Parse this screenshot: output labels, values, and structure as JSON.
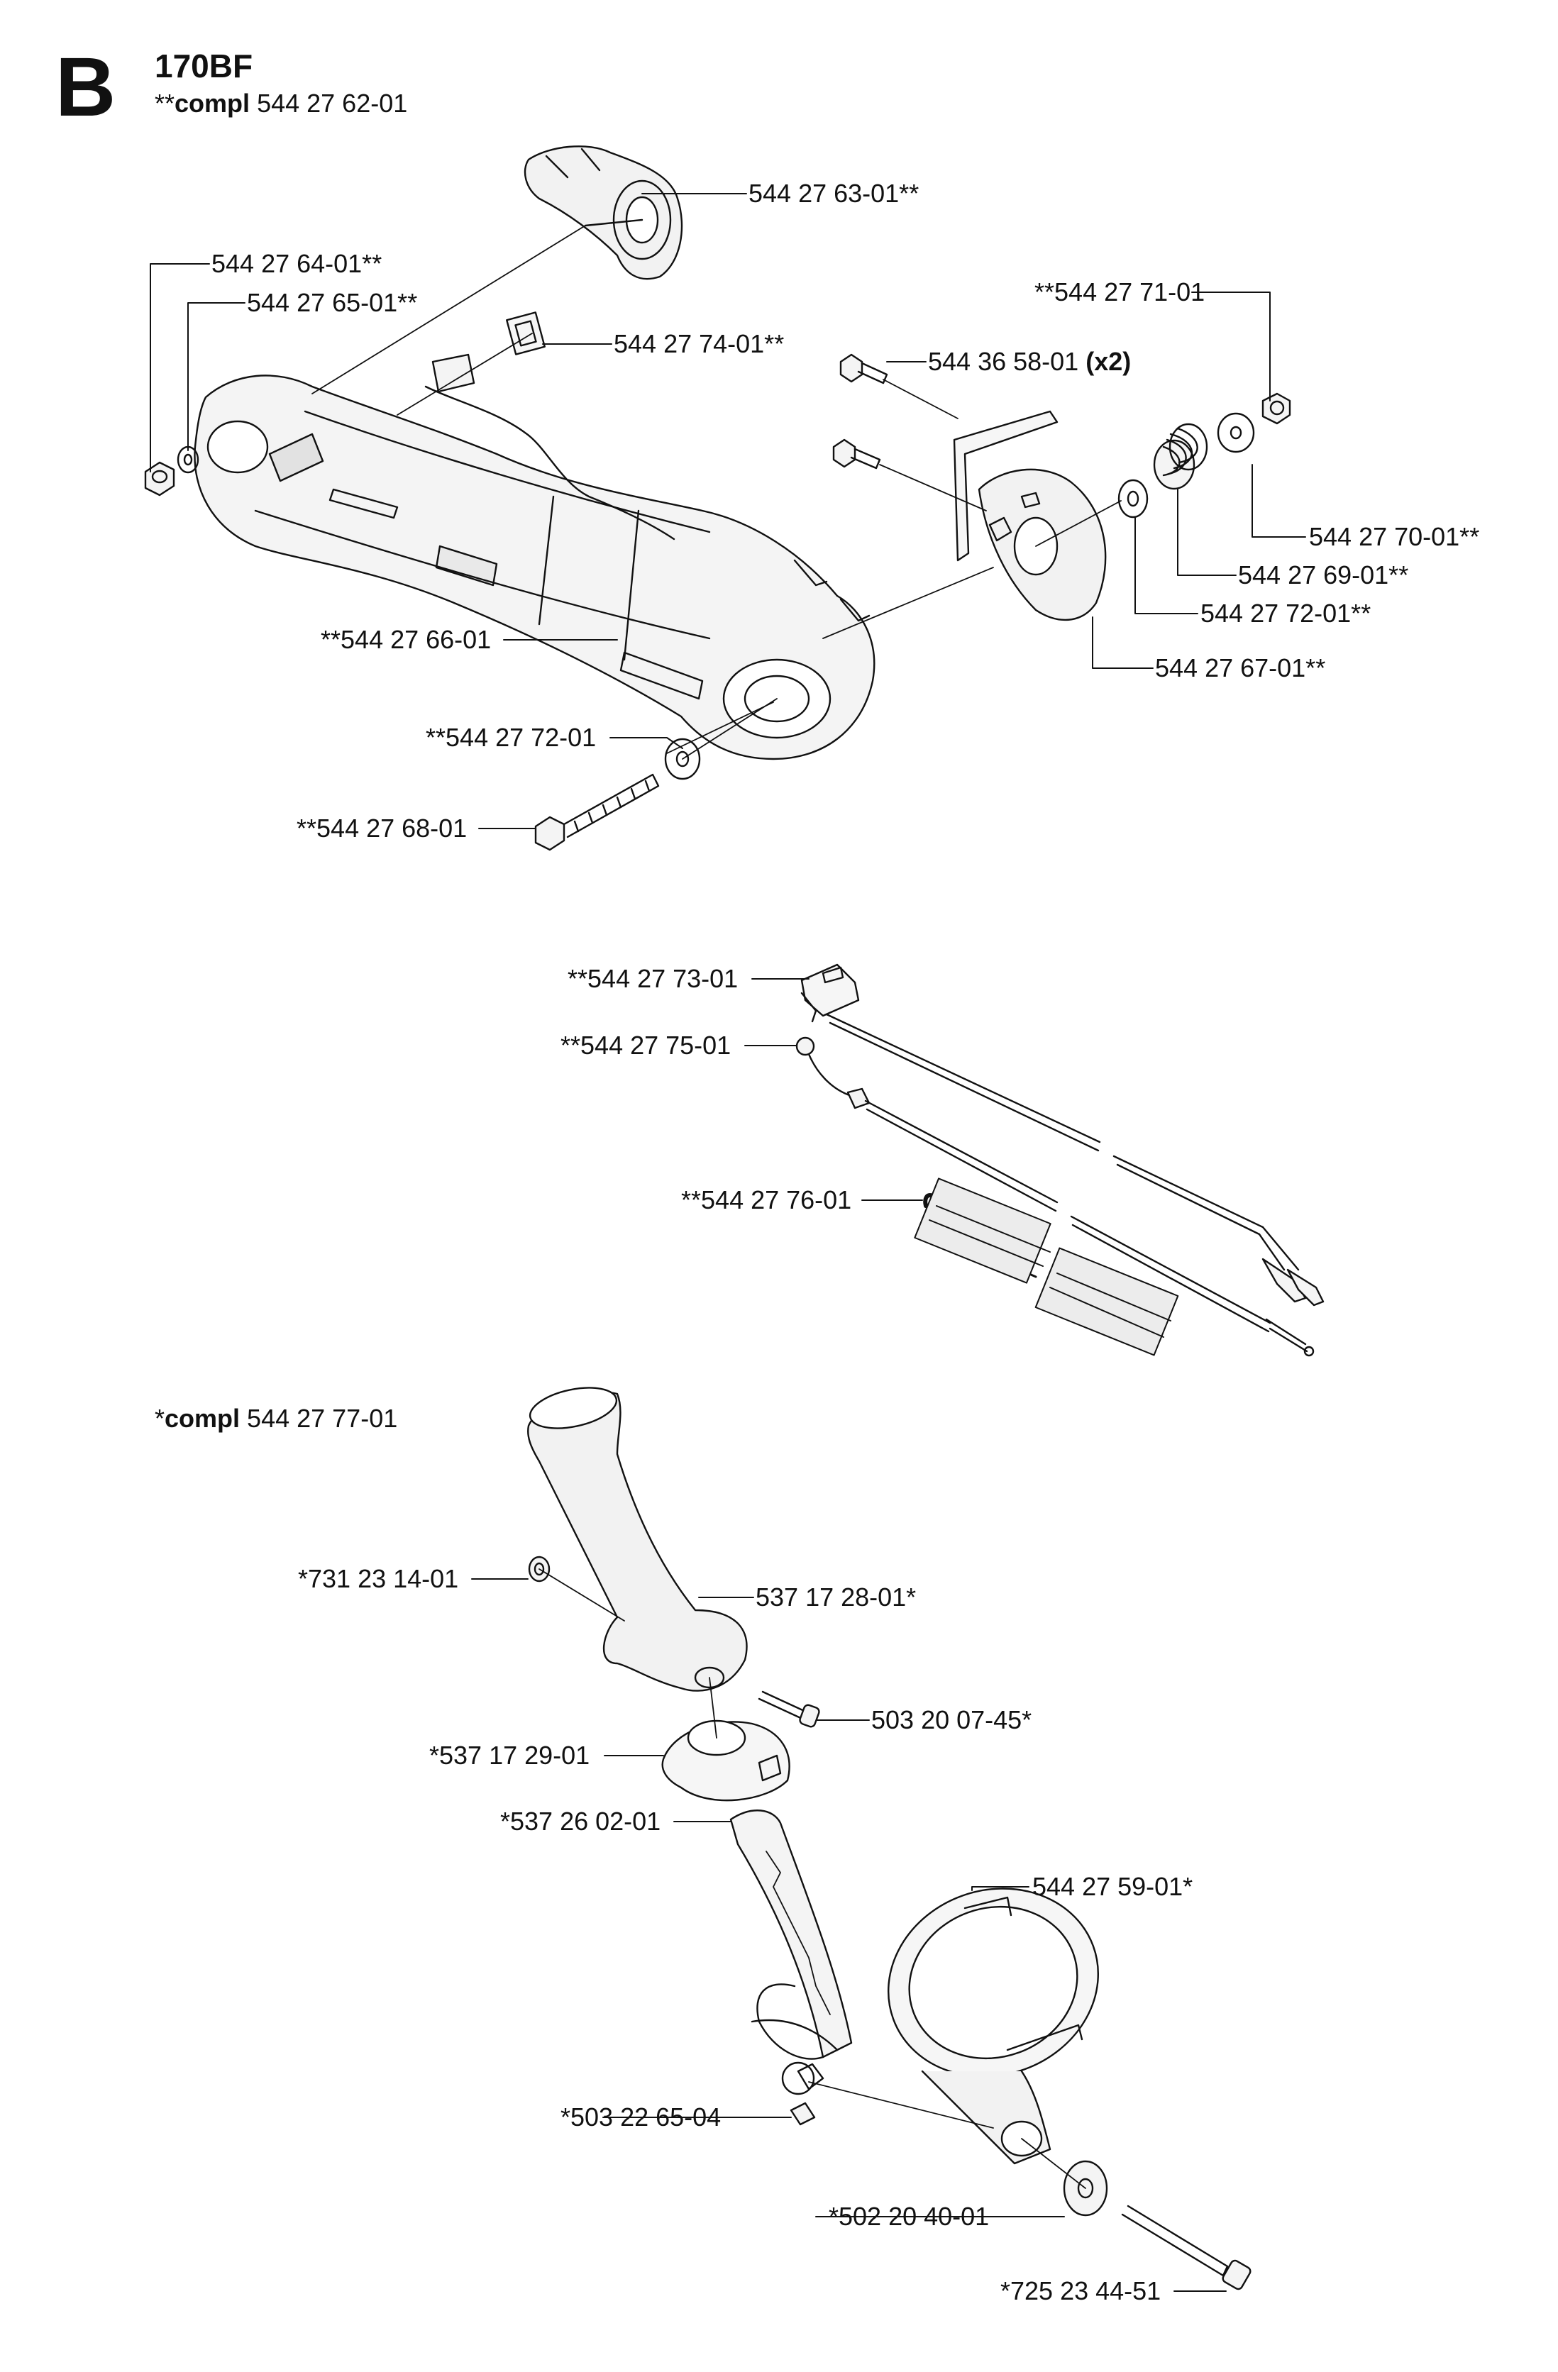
{
  "header": {
    "section_letter": "B",
    "model": "170BF",
    "compl_prefix": "**",
    "compl_word": "compl",
    "compl_number": "544 27 62-01"
  },
  "assembly2": {
    "prefix": "*",
    "word": "compl",
    "number": "544 27 77-01"
  },
  "parts": [
    {
      "id": "p1",
      "text": "544 27 63-01**"
    },
    {
      "id": "p2",
      "text": "544 27 64-01**"
    },
    {
      "id": "p3",
      "text": "544 27 65-01**"
    },
    {
      "id": "p4",
      "text": "544 27 74-01**"
    },
    {
      "id": "p5",
      "text": "**544 27 71-01"
    },
    {
      "id": "p6",
      "text": "544 36 58-01",
      "suffix": "(x2)"
    },
    {
      "id": "p7",
      "text": "544 27 70-01**"
    },
    {
      "id": "p8",
      "text": "544 27 69-01**"
    },
    {
      "id": "p9",
      "text": "544 27 72-01**"
    },
    {
      "id": "p10",
      "text": "**544 27 66-01"
    },
    {
      "id": "p11",
      "text": "544 27 67-01**"
    },
    {
      "id": "p12",
      "text": "**544 27 72-01"
    },
    {
      "id": "p13",
      "text": "**544 27 68-01"
    },
    {
      "id": "p14",
      "text": "**544 27 73-01"
    },
    {
      "id": "p15",
      "text": "**544 27 75-01"
    },
    {
      "id": "p16",
      "text": "**544 27 76-01"
    },
    {
      "id": "p17",
      "text": "*731 23 14-01"
    },
    {
      "id": "p18",
      "text": "537 17 28-01*"
    },
    {
      "id": "p19",
      "text": "503 20 07-45*"
    },
    {
      "id": "p20",
      "text": "*537 17 29-01"
    },
    {
      "id": "p21",
      "text": "*537 26 02-01"
    },
    {
      "id": "p22",
      "text": "544 27 59-01*"
    },
    {
      "id": "p23",
      "text": "*503 22 65-04"
    },
    {
      "id": "p24",
      "text": "*502 20 40-01"
    },
    {
      "id": "p25",
      "text": "*725 23 44-51"
    }
  ]
}
